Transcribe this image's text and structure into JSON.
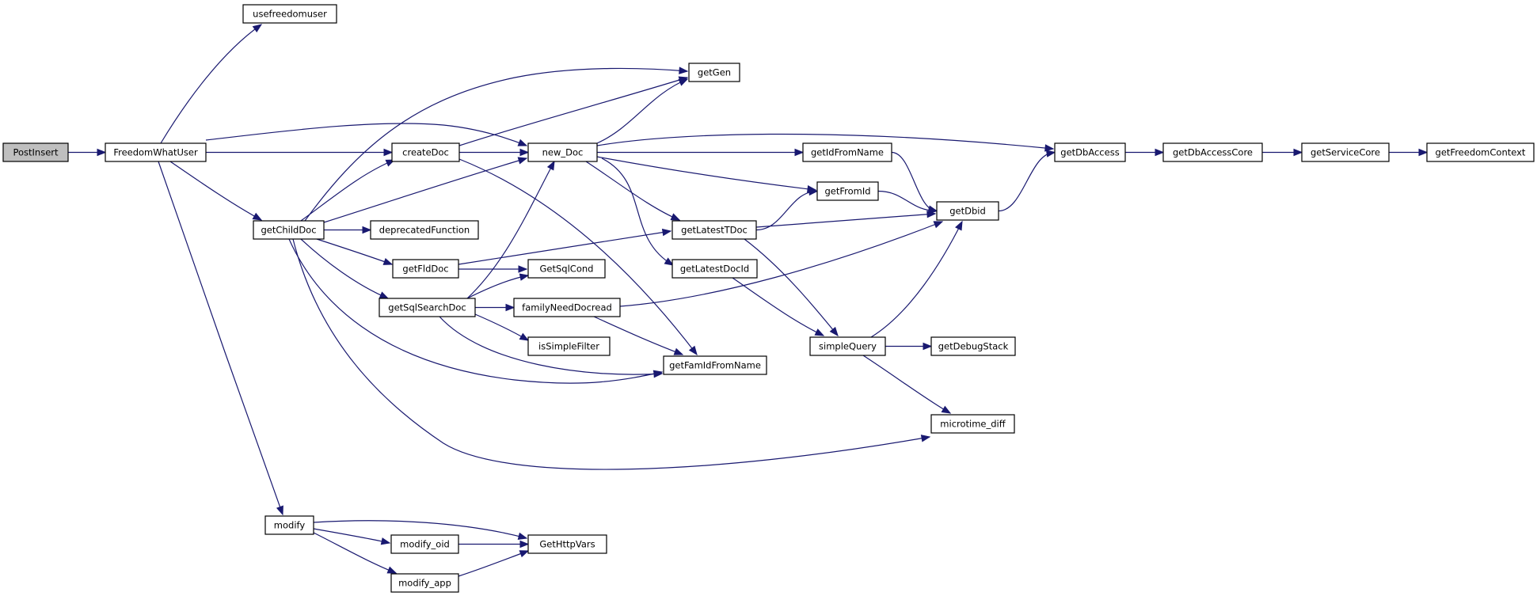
{
  "nodes": [
    {
      "id": "PostInsert",
      "label": "PostInsert",
      "root": true
    },
    {
      "id": "FreedomWhatUser",
      "label": "FreedomWhatUser"
    },
    {
      "id": "usefreedomuser",
      "label": "usefreedomuser"
    },
    {
      "id": "getChildDoc",
      "label": "getChildDoc"
    },
    {
      "id": "modify",
      "label": "modify"
    },
    {
      "id": "createDoc",
      "label": "createDoc"
    },
    {
      "id": "new_Doc",
      "label": "new_Doc"
    },
    {
      "id": "getGen",
      "label": "getGen"
    },
    {
      "id": "getDbAccess",
      "label": "getDbAccess"
    },
    {
      "id": "getDbAccessCore",
      "label": "getDbAccessCore"
    },
    {
      "id": "getServiceCore",
      "label": "getServiceCore"
    },
    {
      "id": "getFreedomContext",
      "label": "getFreedomContext"
    },
    {
      "id": "getIdFromName",
      "label": "getIdFromName"
    },
    {
      "id": "getFromId",
      "label": "getFromId"
    },
    {
      "id": "getDbid",
      "label": "getDbid"
    },
    {
      "id": "deprecatedFunction",
      "label": "deprecatedFunction"
    },
    {
      "id": "getLatestTDoc",
      "label": "getLatestTDoc"
    },
    {
      "id": "getFldDoc",
      "label": "getFldDoc"
    },
    {
      "id": "GetSqlCond",
      "label": "GetSqlCond"
    },
    {
      "id": "getLatestDocId",
      "label": "getLatestDocId"
    },
    {
      "id": "getSqlSearchDoc",
      "label": "getSqlSearchDoc"
    },
    {
      "id": "familyNeedDocread",
      "label": "familyNeedDocread"
    },
    {
      "id": "isSimpleFilter",
      "label": "isSimpleFilter"
    },
    {
      "id": "simpleQuery",
      "label": "simpleQuery"
    },
    {
      "id": "getDebugStack",
      "label": "getDebugStack"
    },
    {
      "id": "getFamIdFromName",
      "label": "getFamIdFromName"
    },
    {
      "id": "microtime_diff",
      "label": "microtime_diff"
    },
    {
      "id": "modify_oid",
      "label": "modify_oid"
    },
    {
      "id": "GetHttpVars",
      "label": "GetHttpVars"
    },
    {
      "id": "modify_app",
      "label": "modify_app"
    }
  ],
  "edges": [
    [
      "PostInsert",
      "FreedomWhatUser"
    ],
    [
      "FreedomWhatUser",
      "usefreedomuser"
    ],
    [
      "FreedomWhatUser",
      "createDoc"
    ],
    [
      "FreedomWhatUser",
      "new_Doc"
    ],
    [
      "FreedomWhatUser",
      "getChildDoc"
    ],
    [
      "FreedomWhatUser",
      "modify"
    ],
    [
      "createDoc",
      "getGen"
    ],
    [
      "createDoc",
      "new_Doc"
    ],
    [
      "createDoc",
      "getFamIdFromName"
    ],
    [
      "new_Doc",
      "getGen"
    ],
    [
      "new_Doc",
      "getDbAccess"
    ],
    [
      "new_Doc",
      "getIdFromName"
    ],
    [
      "new_Doc",
      "getFromId"
    ],
    [
      "new_Doc",
      "getLatestTDoc"
    ],
    [
      "new_Doc",
      "getLatestDocId"
    ],
    [
      "getDbAccess",
      "getDbAccessCore"
    ],
    [
      "getDbAccessCore",
      "getServiceCore"
    ],
    [
      "getServiceCore",
      "getFreedomContext"
    ],
    [
      "getIdFromName",
      "getDbid"
    ],
    [
      "getFromId",
      "getDbid"
    ],
    [
      "getDbid",
      "getDbAccess"
    ],
    [
      "getLatestTDoc",
      "getFromId"
    ],
    [
      "getLatestTDoc",
      "getDbid"
    ],
    [
      "getLatestTDoc",
      "simpleQuery"
    ],
    [
      "getLatestDocId",
      "simpleQuery"
    ],
    [
      "simpleQuery",
      "getDbid"
    ],
    [
      "simpleQuery",
      "getDebugStack"
    ],
    [
      "simpleQuery",
      "microtime_diff"
    ],
    [
      "familyNeedDocread",
      "getDbid"
    ],
    [
      "familyNeedDocread",
      "getFamIdFromName"
    ],
    [
      "getChildDoc",
      "getGen"
    ],
    [
      "getChildDoc",
      "createDoc"
    ],
    [
      "getChildDoc",
      "new_Doc"
    ],
    [
      "getChildDoc",
      "deprecatedFunction"
    ],
    [
      "getChildDoc",
      "getFldDoc"
    ],
    [
      "getChildDoc",
      "getSqlSearchDoc"
    ],
    [
      "getChildDoc",
      "getFamIdFromName"
    ],
    [
      "getChildDoc",
      "microtime_diff"
    ],
    [
      "getFldDoc",
      "getLatestTDoc"
    ],
    [
      "getFldDoc",
      "GetSqlCond"
    ],
    [
      "getSqlSearchDoc",
      "new_Doc"
    ],
    [
      "getSqlSearchDoc",
      "GetSqlCond"
    ],
    [
      "getSqlSearchDoc",
      "familyNeedDocread"
    ],
    [
      "getSqlSearchDoc",
      "isSimpleFilter"
    ],
    [
      "getSqlSearchDoc",
      "getFamIdFromName"
    ],
    [
      "modify",
      "GetHttpVars"
    ],
    [
      "modify",
      "modify_oid"
    ],
    [
      "modify",
      "modify_app"
    ],
    [
      "modify_oid",
      "GetHttpVars"
    ],
    [
      "modify_app",
      "GetHttpVars"
    ]
  ],
  "colors": {
    "edge": "#191970",
    "node_border": "#000000",
    "node_fill": "#ffffff",
    "root_fill": "#bfbfbf"
  }
}
